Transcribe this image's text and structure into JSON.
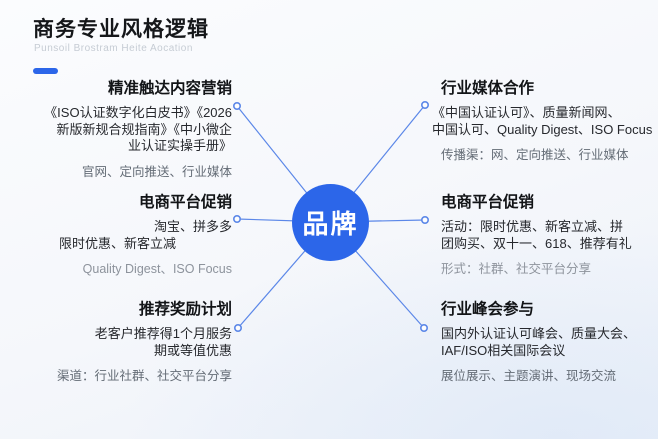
{
  "header": {
    "title": "商务专业风格逻辑",
    "subtitle": "Punsoil Brostram Heite Aocation"
  },
  "center": {
    "label": "品牌"
  },
  "colors": {
    "accent": "#2c66e9",
    "line": "#5b87e8"
  },
  "sections": {
    "tl": {
      "title": "精准触达内容营销",
      "line1": "《ISO认证数字化白皮书》《2026",
      "line2": "新版新规合规指南》《中小微企",
      "line3": "业认证实操手册》",
      "footer": "官网、定向推送、行业媒体"
    },
    "ml": {
      "title": "电商平台促销",
      "line1": "淘宝、拼多多",
      "line2": "限时优惠、新客立减",
      "footer": "Quality Digest、ISO Focus"
    },
    "bl": {
      "title": "推荐奖励计划",
      "line1": "老客户推荐得1个月服务",
      "line2": "期或等值优惠",
      "footer": "渠道：行业社群、社交平台分享"
    },
    "tr": {
      "title": "行业媒体合作",
      "line1": "《中国认证认可》、质量新闻网、",
      "line2": "中国认可、Quality Digest、ISO Focus",
      "footer": "传播渠：网、定向推送、行业媒体"
    },
    "mr": {
      "title": "电商平台促销",
      "line1": "活动：限时优惠、新客立减、拼",
      "line2": "团购买、双十一、618、推荐有礼",
      "footer": "形式：社群、社交平台分享"
    },
    "br": {
      "title": "行业峰会参与",
      "line1": "国内外认证认可峰会、质量大会、",
      "line2": "IAF/ISO相关国际会议",
      "footer": "展位展示、主题演讲、现场交流"
    }
  }
}
